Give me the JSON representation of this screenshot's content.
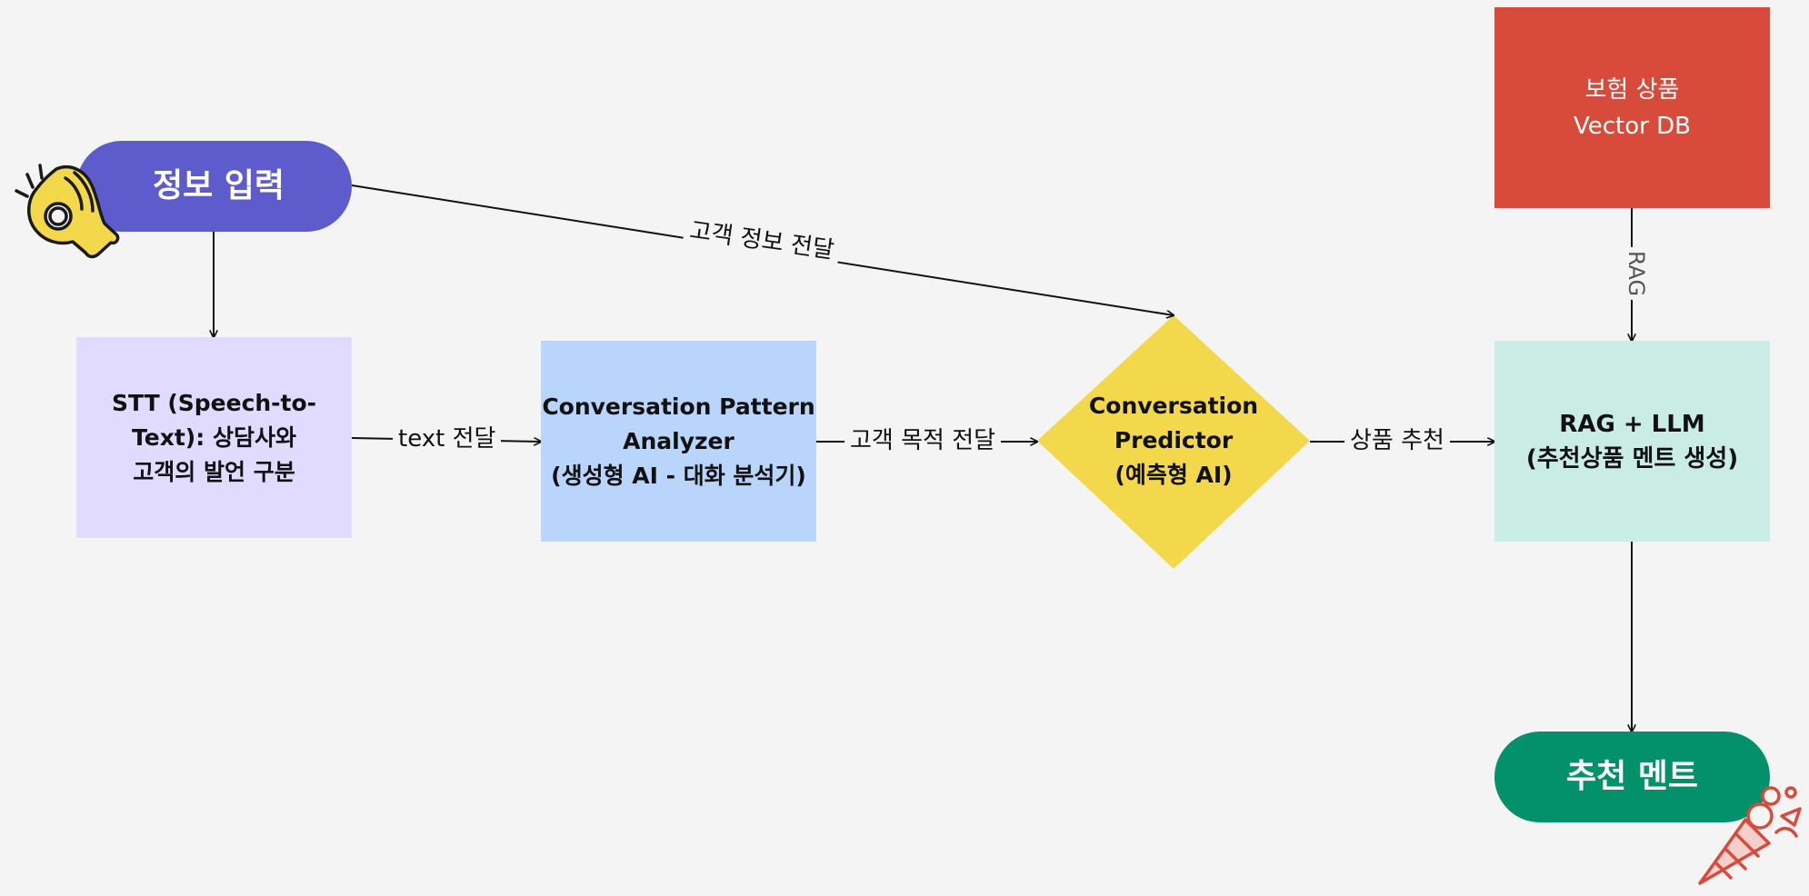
{
  "nodes": {
    "input": "정보 입력",
    "stt": "STT (Speech-to-\nText): 상담사와\n고객의 발언 구분",
    "analyzer": "Conversation Pattern\nAnalyzer\n(생성형 AI - 대화 분석기)",
    "predictor": "Conversation\nPredictor\n(예측형 AI)",
    "rag_llm": "RAG + LLM\n(추천상품 멘트 생성)",
    "vector_db": "보험 상품\nVector DB",
    "output": "추천 멘트"
  },
  "edges": {
    "stt_to_analyzer": "text 전달",
    "analyzer_to_predictor": "고객 목적 전달",
    "predictor_to_rag": "상품 추천",
    "input_to_predictor": "고객 정보 전달",
    "db_to_rag": "RAG"
  },
  "colors": {
    "background": "#f4f4f4",
    "input": "#5e5ccc",
    "stt": "#e1dbff",
    "analyzer": "#b9d5fc",
    "predictor": "#f2d84a",
    "rag_llm": "#c9ede5",
    "vector_db": "#d84a3a",
    "output": "#03916c"
  },
  "icons": [
    "ok-hand-icon",
    "party-popper-icon"
  ]
}
